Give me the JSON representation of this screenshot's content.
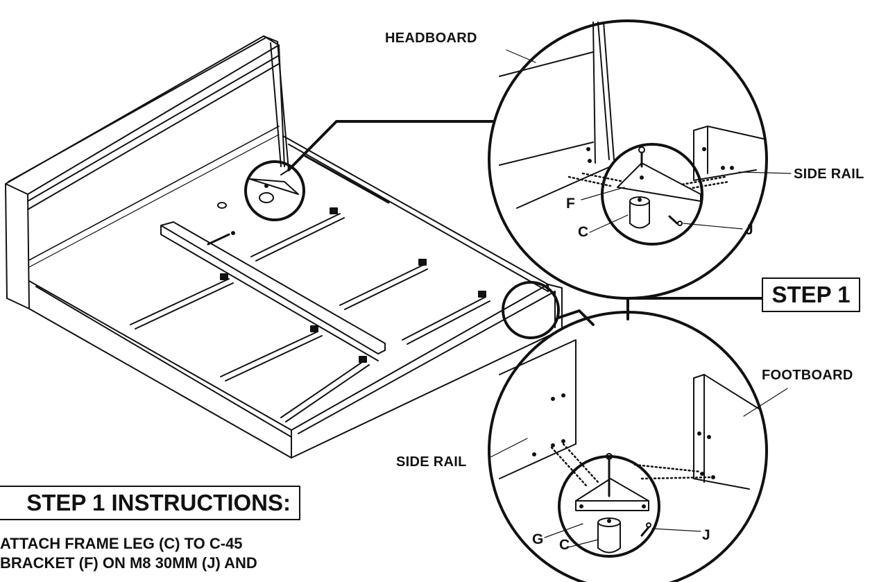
{
  "labels": {
    "headboard": "HEADBOARD",
    "side_rail_top": "SIDE RAIL",
    "side_rail_bottom": "SIDE RAIL",
    "footboard": "FOOTBOARD"
  },
  "parts_top": {
    "bracket": "F",
    "leg": "C",
    "bolt": "J"
  },
  "parts_bottom": {
    "bracket": "G",
    "leg": "C",
    "bolt": "J"
  },
  "step_label": "STEP 1",
  "instructions": {
    "heading": "STEP 1 INSTRUCTIONS:",
    "line1": "ATTACH FRAME LEG (C) TO C-45",
    "line2": "BRACKET (F) ON M8 30MM (J) AND"
  }
}
